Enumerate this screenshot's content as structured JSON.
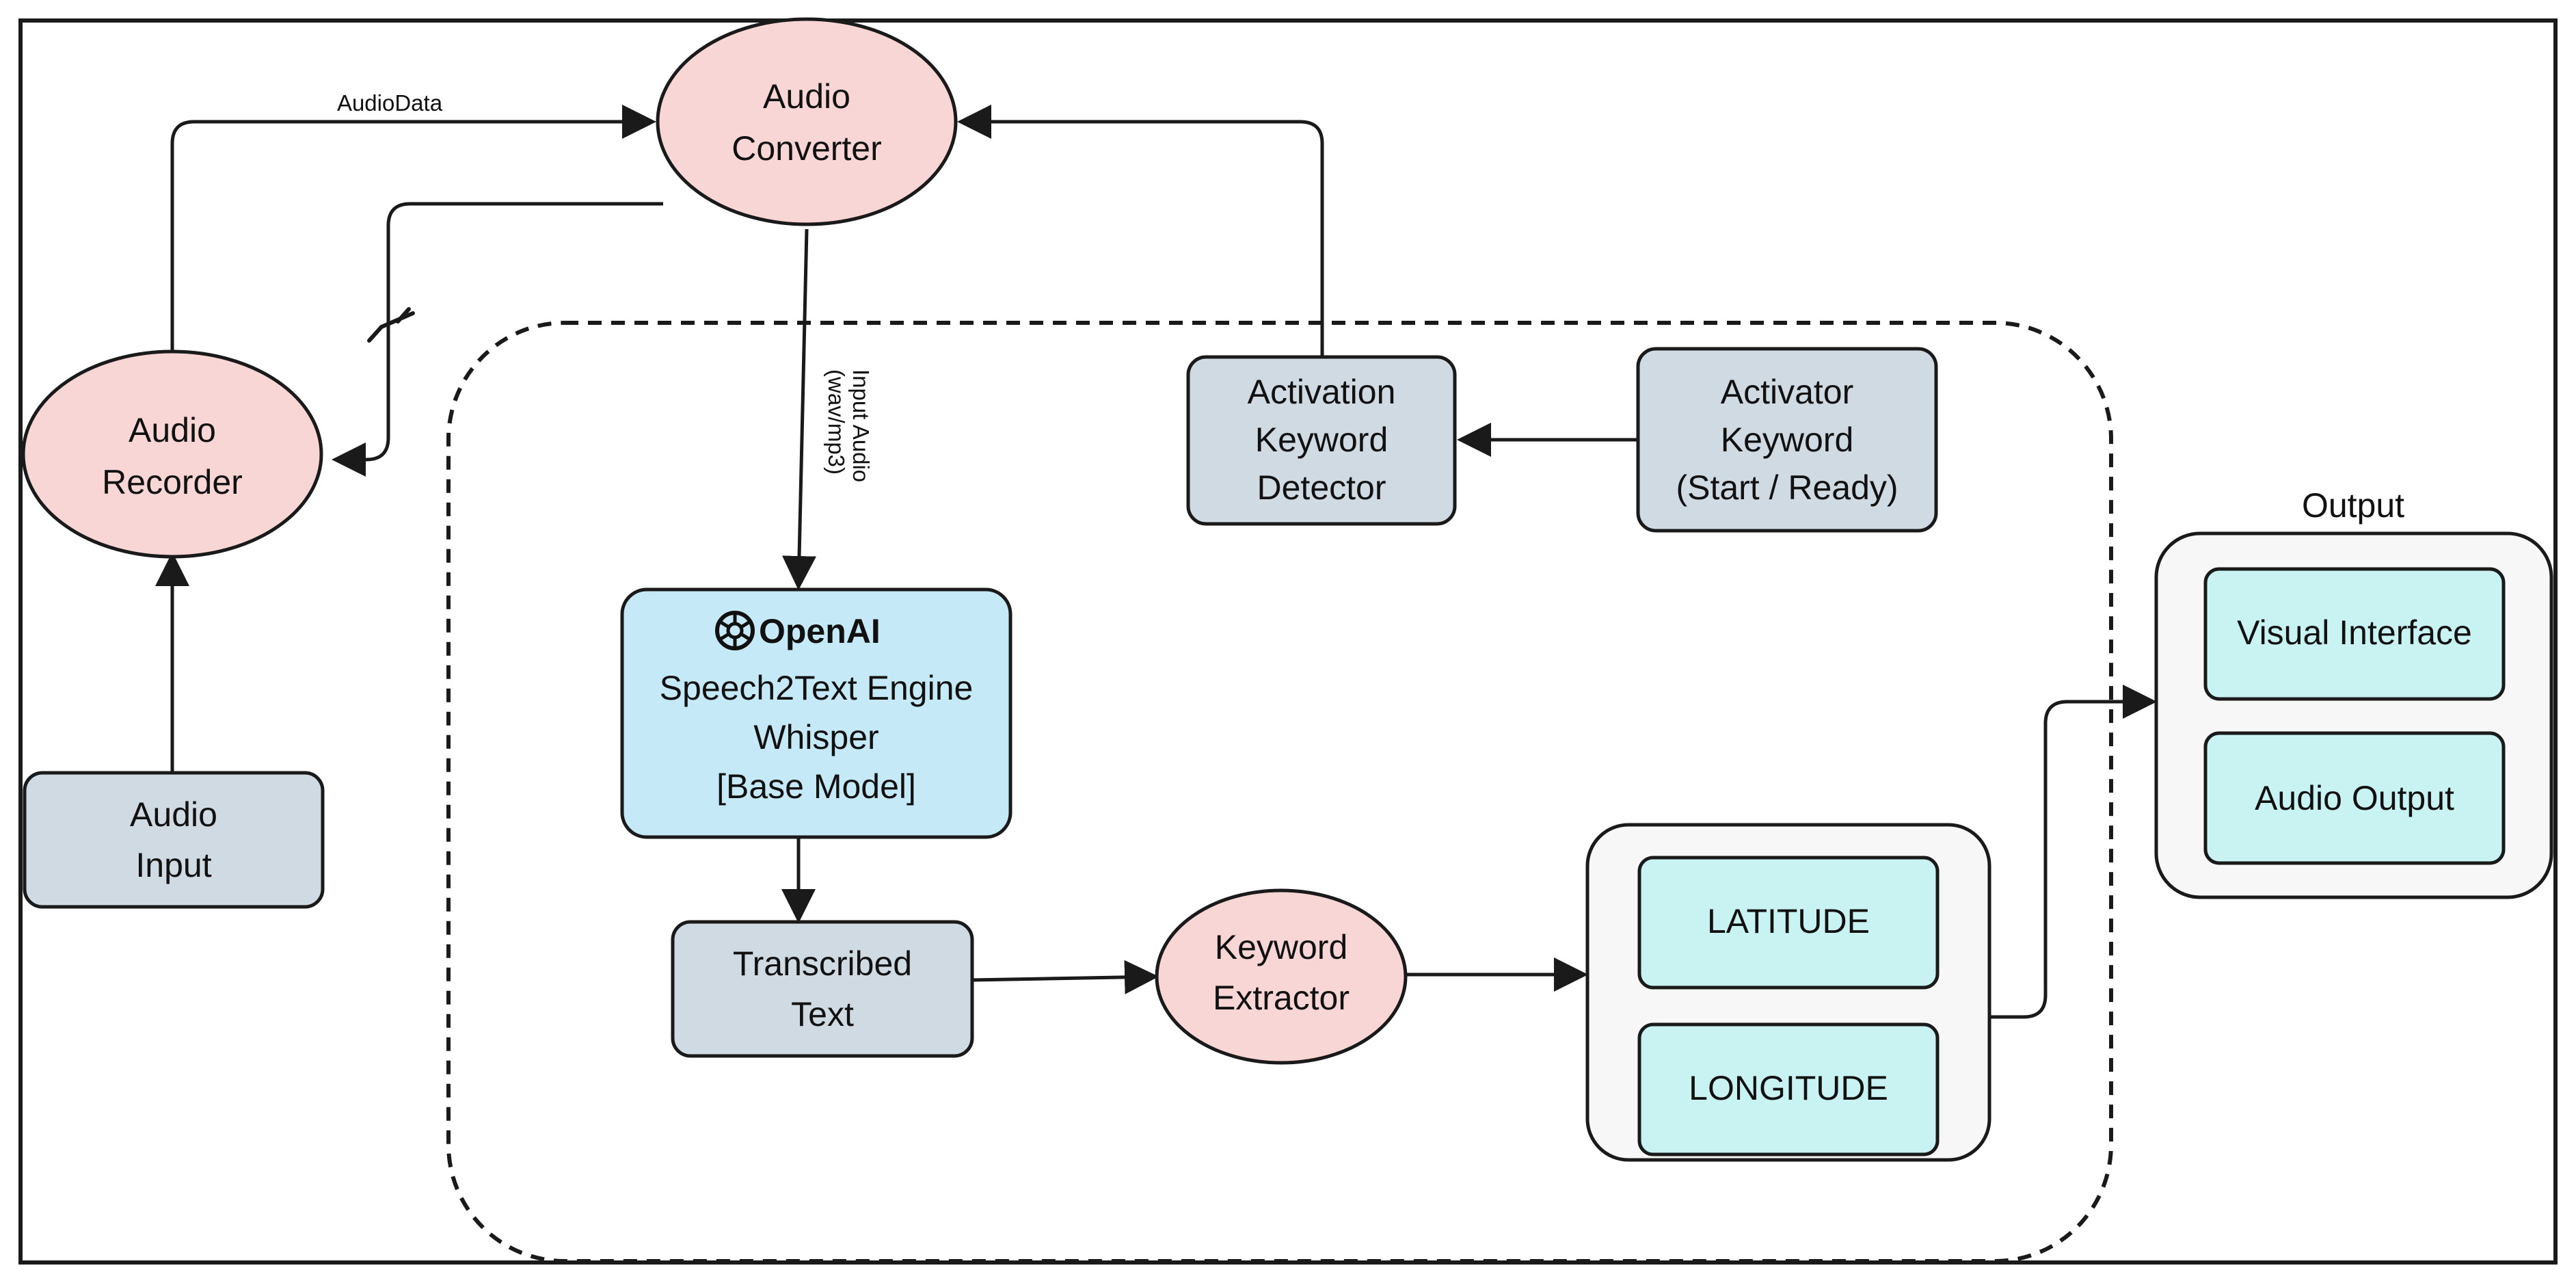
{
  "colors": {
    "ellipse_fill": "#f9d6d6",
    "gray_box_fill": "#d0dae3",
    "blue_box_fill": "#c5e9f7",
    "cyan_box_fill": "#c9f2f2",
    "container_fill": "#f7f7f7",
    "stroke": "#1a1a1a"
  },
  "nodes": {
    "audio_converter": [
      "Audio",
      "Converter"
    ],
    "audio_recorder": [
      "Audio",
      "Recorder"
    ],
    "audio_input": [
      "Audio",
      "Input"
    ],
    "activation_detector": [
      "Activation",
      "Keyword",
      "Detector"
    ],
    "activator_keyword": [
      "Activator",
      "Keyword",
      "(Start / Ready)"
    ],
    "whisper": {
      "logo_text": "OpenAI",
      "lines": [
        "Speech2Text Engine",
        "Whisper",
        "[Base Model]"
      ]
    },
    "transcribed_text": [
      "Transcribed",
      "Text"
    ],
    "keyword_extractor": [
      "Keyword",
      "Extractor"
    ],
    "latitude": "LATITUDE",
    "longitude": "LONGITUDE",
    "output_title": "Output",
    "visual_interface": "Visual Interface",
    "audio_output": "Audio Output"
  },
  "edge_labels": {
    "audio_data": "AudioData",
    "input_audio": [
      "Input Audio",
      "(wav/mp3)"
    ]
  },
  "icons": {
    "openai_logo": "openai-logo-icon",
    "return_mark": "checkmark-icon"
  }
}
